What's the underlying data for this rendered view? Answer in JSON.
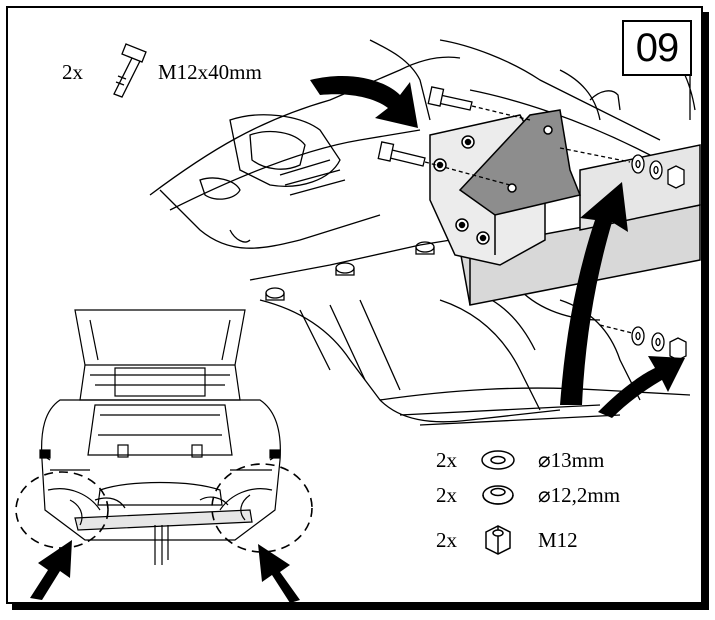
{
  "step": {
    "number": "09"
  },
  "bolt": {
    "qty": "2x",
    "spec": "M12x40mm",
    "icon": "bolt-icon"
  },
  "parts": [
    {
      "qty": "2x",
      "spec": "⌀13mm",
      "icon": "flat-washer-icon"
    },
    {
      "qty": "2x",
      "spec": "⌀12,2mm",
      "icon": "spring-washer-icon"
    },
    {
      "qty": "2x",
      "spec": "M12",
      "icon": "hex-nut-icon"
    }
  ],
  "colors": {
    "line": "#000000",
    "background": "#ffffff",
    "bracket": "#d8d8d8"
  }
}
